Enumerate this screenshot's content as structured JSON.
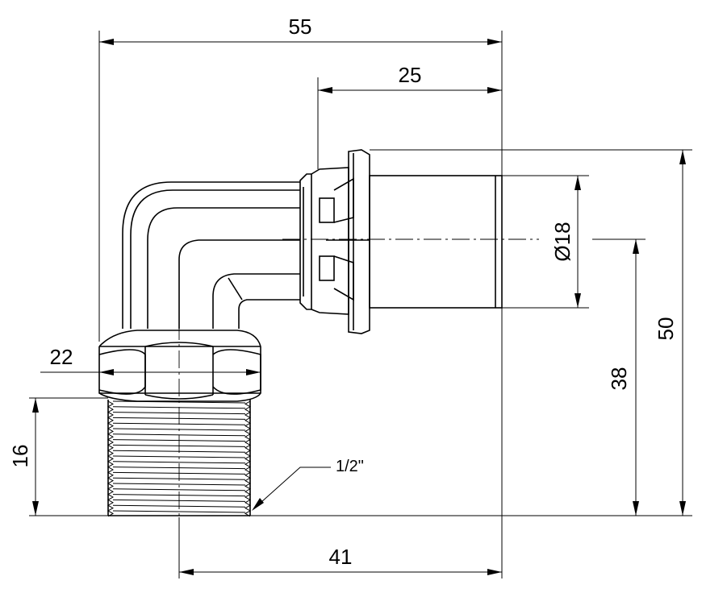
{
  "drawing": {
    "dimensions": {
      "overall_width": "55",
      "socket_length": "25",
      "pipe_diameter": "Ø18",
      "overall_height": "50",
      "axis_height": "38",
      "hex_size": "22",
      "thread_length": "16",
      "thread_size": "1/2\"",
      "axis_offset": "41"
    }
  }
}
